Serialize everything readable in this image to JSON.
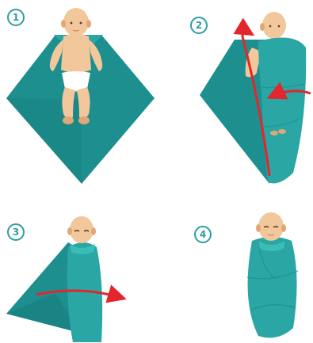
{
  "steps": [
    {
      "number": "1"
    },
    {
      "number": "2"
    },
    {
      "number": "3"
    },
    {
      "number": "4"
    }
  ],
  "colors": {
    "blanket_dark": "#1d8f8f",
    "blanket_main": "#2aa6a4",
    "blanket_light": "#3bbdb7",
    "badge": "#2e9ea0",
    "arrow": "#e3262c",
    "skin": "#f1c79b",
    "skin_shadow": "#e0a877",
    "diaper": "#ffffff"
  },
  "icons": {
    "arrow": "red-curved-arrow-icon"
  }
}
